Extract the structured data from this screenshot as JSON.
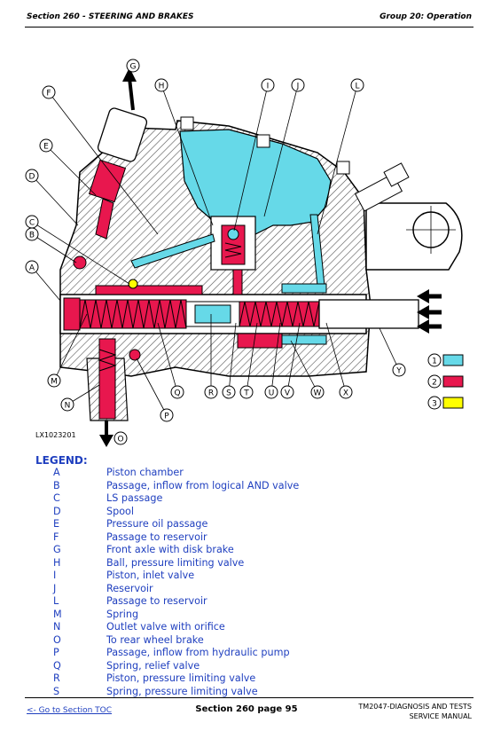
{
  "header": {
    "left": "Section 260 - STEERING AND BRAKES",
    "right": "Group 20: Operation"
  },
  "figure": {
    "id": "LX1023201",
    "callouts": [
      "A",
      "B",
      "C",
      "D",
      "E",
      "F",
      "G",
      "H",
      "I",
      "J",
      "L",
      "M",
      "N",
      "O",
      "P",
      "Q",
      "R",
      "S",
      "T",
      "U",
      "V",
      "W",
      "X",
      "Y"
    ],
    "key": [
      {
        "num": "1",
        "color": "#66d9e8"
      },
      {
        "num": "2",
        "color": "#e8174e"
      },
      {
        "num": "3",
        "color": "#ffff00"
      }
    ]
  },
  "legend": {
    "title": "LEGEND:",
    "items": [
      {
        "key": "A",
        "text": "Piston chamber"
      },
      {
        "key": "B",
        "text": "Passage, inflow from logical AND valve"
      },
      {
        "key": "C",
        "text": "LS passage"
      },
      {
        "key": "D",
        "text": "Spool"
      },
      {
        "key": "E",
        "text": "Pressure oil passage"
      },
      {
        "key": "F",
        "text": "Passage to reservoir"
      },
      {
        "key": "G",
        "text": "Front axle with disk brake"
      },
      {
        "key": "H",
        "text": "Ball, pressure limiting valve"
      },
      {
        "key": "I",
        "text": "Piston, inlet valve"
      },
      {
        "key": "J",
        "text": "Reservoir"
      },
      {
        "key": "L",
        "text": "Passage to reservoir"
      },
      {
        "key": "M",
        "text": "Spring"
      },
      {
        "key": "N",
        "text": "Outlet valve with orifice"
      },
      {
        "key": "O",
        "text": "To rear wheel brake"
      },
      {
        "key": "P",
        "text": "Passage, inflow from hydraulic pump"
      },
      {
        "key": "Q",
        "text": "Spring, relief valve"
      },
      {
        "key": "R",
        "text": "Piston, pressure limiting valve"
      },
      {
        "key": "S",
        "text": "Spring, pressure limiting valve"
      }
    ]
  },
  "footer": {
    "link": "<- Go to Section TOC",
    "center": "Section 260 page 95",
    "right_line1": "TM2047-DIAGNOSIS AND TESTS",
    "right_line2": "SERVICE MANUAL"
  }
}
